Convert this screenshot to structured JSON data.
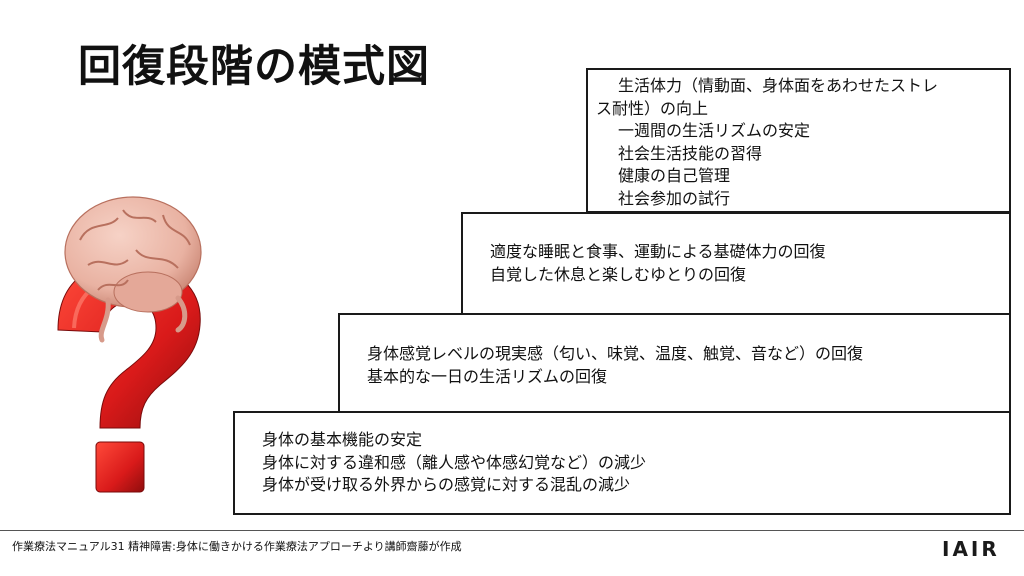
{
  "slide": {
    "title": "回復段階の模式図",
    "steps": [
      {
        "level": 4,
        "lines": [
          "生活体力（情動面、身体面をあわせたストレ",
          "ス耐性）の向上",
          "一週間の生活リズムの安定",
          "社会生活技能の習得",
          "健康の自己管理",
          "社会参加の試行"
        ]
      },
      {
        "level": 3,
        "lines": [
          "適度な睡眠と食事、運動による基礎体力の回復",
          "自覚した休息と楽しむゆとりの回復"
        ]
      },
      {
        "level": 2,
        "lines": [
          "身体感覚レベルの現実感（匂い、味覚、温度、触覚、音など）の回復",
          "基本的な一日の生活リズムの回復"
        ]
      },
      {
        "level": 1,
        "lines": [
          "身体の基本機能の安定",
          "身体に対する違和感（離人感や体感幻覚など）の減少",
          "身体が受け取る外界からの感覚に対する混乱の減少"
        ]
      }
    ]
  },
  "footer": {
    "source": "作業療法マニュアル31 精神障害:身体に働きかける作業療法アプローチより講師齋藤が作成",
    "logo": "IAIR"
  },
  "colors": {
    "question_mark": "#d91a1a",
    "brain": "#e9b2a2",
    "border": "#1a1a1a"
  },
  "icons": {
    "figure": "brain-on-question-mark-icon"
  }
}
